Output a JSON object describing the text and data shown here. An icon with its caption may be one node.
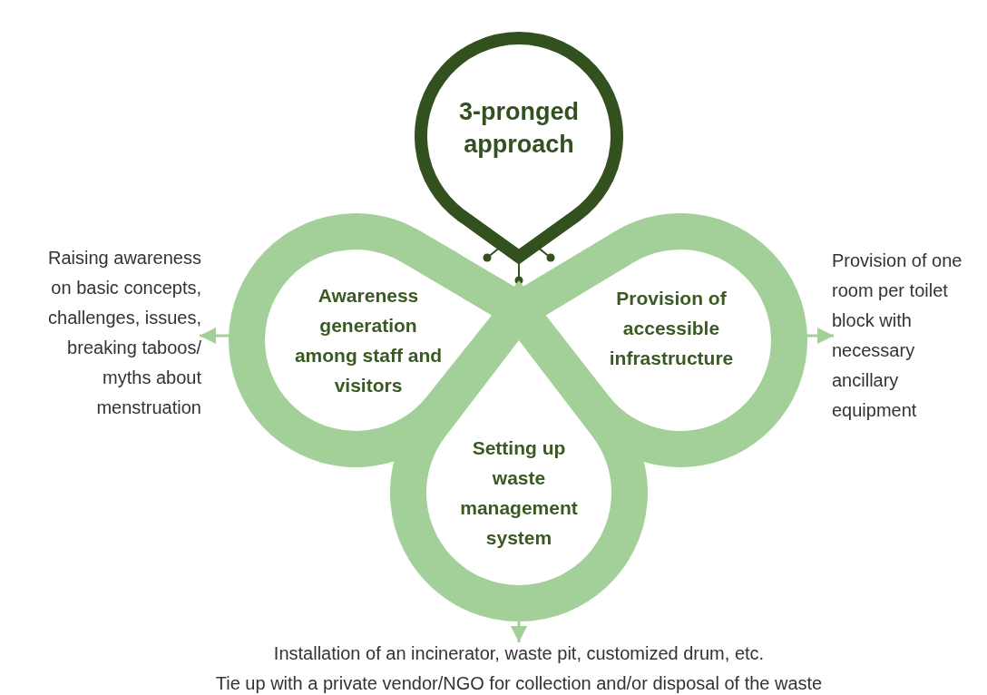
{
  "diagram": {
    "nodes": [
      {
        "text": [
          "3-pronged approach"
        ]
      },
      {
        "text": [
          "Awareness generation among staff and visitors"
        ]
      },
      {
        "text": [
          "Provision of accessible infrastructure"
        ]
      },
      {
        "text": [
          "Setting up waste management system"
        ]
      },
      {
        "text": [
          "Raising awareness on basic concepts, challenges, issues, breaking taboos/ myths about menstruation"
        ]
      },
      {
        "text": [
          "Provision of one room per toilet block with necessary ancillary equipment"
        ]
      },
      {
        "text": [
          "Installation of an incinerator, waste pit, customized drum, etc.",
          "Tie up with a private vendor/NGO for collection and/or disposal of the waste"
        ]
      }
    ],
    "edges": [
      {
        "from": 1,
        "to": 4,
        "arrow": "to"
      },
      {
        "from": 2,
        "to": 5,
        "arrow": "to"
      },
      {
        "from": 3,
        "to": 6,
        "arrow": "to"
      }
    ]
  }
}
